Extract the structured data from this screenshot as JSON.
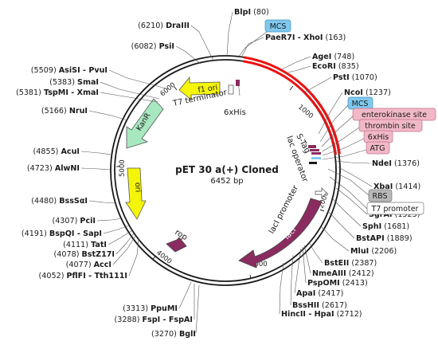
{
  "map": {
    "title": "pET 30 a(+) Cloned",
    "size_label": "6452 bp"
  },
  "ticks": [
    "1000",
    "2000",
    "3000",
    "4000",
    "5000",
    "6000"
  ],
  "features": {
    "f1_ori": "f1 ori",
    "kanr": "KanR",
    "ori": "ori",
    "rop": "rop",
    "laci": "lacI",
    "laci_promoter": "lacI promoter",
    "t7_terminator": "T7 terminator",
    "his_tag_top": "6xHis",
    "s_tag": "S-Tag",
    "lac_operator": "lac operator"
  },
  "sites_left": [
    {
      "pos": "(6210)",
      "name": "DraIII"
    },
    {
      "pos": "(6082)",
      "name": "PsiI"
    },
    {
      "pos": "(5509)",
      "name": "AsiSI - PvuI"
    },
    {
      "pos": "(5383)",
      "name": "SmaI"
    },
    {
      "pos": "(5381)",
      "name": "TspMI - XmaI"
    },
    {
      "pos": "(5166)",
      "name": "NruI"
    },
    {
      "pos": "(4855)",
      "name": "AcuI"
    },
    {
      "pos": "(4723)",
      "name": "AlwNI"
    },
    {
      "pos": "(4480)",
      "name": "BssSαI"
    },
    {
      "pos": "(4307)",
      "name": "PciI"
    },
    {
      "pos": "(4191)",
      "name": "BspQI - SapI"
    },
    {
      "pos": "(4111)",
      "name": "TatI"
    },
    {
      "pos": "(4078)",
      "name": "BstZ17I"
    },
    {
      "pos": "(4077)",
      "name": "AccI"
    },
    {
      "pos": "(4052)",
      "name": "PflFI - Tth111I"
    },
    {
      "pos": "(3313)",
      "name": "PpuMI"
    },
    {
      "pos": "(3288)",
      "name": "FspI - FspAI"
    },
    {
      "pos": "(3270)",
      "name": "BglI"
    }
  ],
  "sites_right": [
    {
      "name": "BlpI",
      "pos": "(80)"
    },
    {
      "name": "PaeR7I - XhoI",
      "pos": "(163)"
    },
    {
      "name": "AgeI",
      "pos": "(748)"
    },
    {
      "name": "EcoRI",
      "pos": "(835)"
    },
    {
      "name": "PstI",
      "pos": "(1070)"
    },
    {
      "name": "NcoI",
      "pos": "(1237)"
    },
    {
      "name": "NdeI",
      "pos": "(1376)"
    },
    {
      "name": "XbaI",
      "pos": "(1414)"
    },
    {
      "name": "SgrAI",
      "pos": "(1525)"
    },
    {
      "name": "SphI",
      "pos": "(1681)"
    },
    {
      "name": "BstAPI",
      "pos": "(1889)"
    },
    {
      "name": "MluI",
      "pos": "(2206)"
    },
    {
      "name": "BstEII",
      "pos": "(2387)"
    },
    {
      "name": "NmeAIII",
      "pos": "(2412)"
    },
    {
      "name": "PspOMI",
      "pos": "(2413)"
    },
    {
      "name": "ApaI",
      "pos": "(2417)"
    },
    {
      "name": "BssHII",
      "pos": "(2617)"
    },
    {
      "name": "HincII - HpaI",
      "pos": "(2712)"
    }
  ],
  "tags": {
    "mcs_top": "MCS",
    "mcs_mid": "MCS",
    "enterokinase_site": "enterokinase site",
    "thrombin_site": "thrombin site",
    "his_tag": "6xHis",
    "atg": "ATG",
    "rbs": "RBS",
    "t7_promoter": "T7 promoter"
  },
  "colors": {
    "backbone": "#1a1a1a",
    "insert": "#ee1111",
    "f1_ori": "#f5f50a",
    "ori": "#f5f50a",
    "kanr": "#a8e8c0",
    "laci": "#8b2c60",
    "rop": "#8b2c60",
    "mcs_fill": "#7fc8ee",
    "pink_fill": "#f2b8c8",
    "rbs_fill": "#b8b8b8"
  }
}
